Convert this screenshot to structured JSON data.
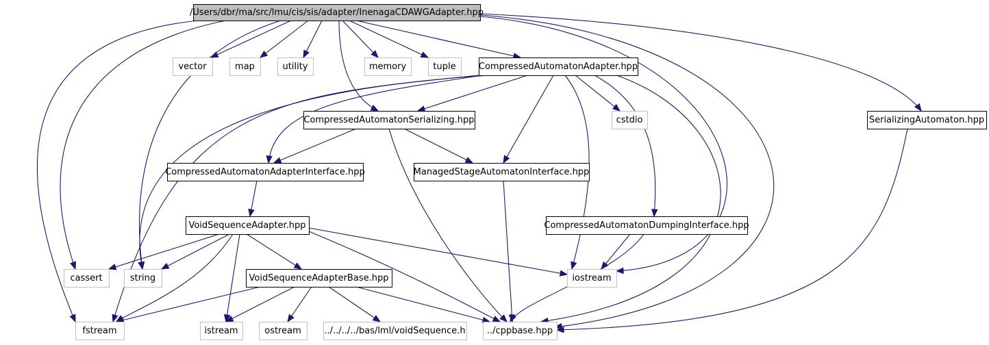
{
  "diagram": {
    "nodes": [
      {
        "id": "main",
        "label": "/Users/dbr/ma/src/lmu/cis/sis/adapter/InenagaCDAWGAdapter.hpp",
        "kind": "main"
      },
      {
        "id": "vector",
        "label": "vector",
        "kind": "external"
      },
      {
        "id": "map",
        "label": "map",
        "kind": "external"
      },
      {
        "id": "utility",
        "label": "utility",
        "kind": "external"
      },
      {
        "id": "memory",
        "label": "memory",
        "kind": "external"
      },
      {
        "id": "tuple",
        "label": "tuple",
        "kind": "external"
      },
      {
        "id": "caa",
        "label": "CompressedAutomatonAdapter.hpp",
        "kind": "internal"
      },
      {
        "id": "cas",
        "label": "CompressedAutomatonSerializing.hpp",
        "kind": "internal"
      },
      {
        "id": "cstdio",
        "label": "cstdio",
        "kind": "external"
      },
      {
        "id": "sa",
        "label": "SerializingAutomaton.hpp",
        "kind": "internal"
      },
      {
        "id": "caai",
        "label": "CompressedAutomatonAdapterInterface.hpp",
        "kind": "internal"
      },
      {
        "id": "msai",
        "label": "ManagedStageAutomatonInterface.hpp",
        "kind": "internal"
      },
      {
        "id": "vsa",
        "label": "VoidSequenceAdapter.hpp",
        "kind": "internal"
      },
      {
        "id": "cadi",
        "label": "CompressedAutomatonDumpingInterface.hpp",
        "kind": "internal"
      },
      {
        "id": "cassert",
        "label": "cassert",
        "kind": "external"
      },
      {
        "id": "string",
        "label": "string",
        "kind": "external"
      },
      {
        "id": "vsab",
        "label": "VoidSequenceAdapterBase.hpp",
        "kind": "internal"
      },
      {
        "id": "iostream",
        "label": "iostream",
        "kind": "external"
      },
      {
        "id": "fstream",
        "label": "fstream",
        "kind": "external"
      },
      {
        "id": "istream",
        "label": "istream",
        "kind": "external"
      },
      {
        "id": "ostream",
        "label": "ostream",
        "kind": "external"
      },
      {
        "id": "voidseq",
        "label": "../../../../bas/lml/voidSequence.h",
        "kind": "external"
      },
      {
        "id": "cppbase",
        "label": "../cppbase.hpp",
        "kind": "external"
      }
    ],
    "edges": [
      {
        "from": "main",
        "to": "fstream"
      },
      {
        "from": "main",
        "to": "cassert"
      },
      {
        "from": "main",
        "to": "string"
      },
      {
        "from": "main",
        "to": "vector"
      },
      {
        "from": "main",
        "to": "map"
      },
      {
        "from": "main",
        "to": "utility"
      },
      {
        "from": "main",
        "to": "cas"
      },
      {
        "from": "main",
        "to": "memory"
      },
      {
        "from": "main",
        "to": "tuple"
      },
      {
        "from": "main",
        "to": "caa"
      },
      {
        "from": "main",
        "to": "iostream"
      },
      {
        "from": "main",
        "to": "cppbase"
      },
      {
        "from": "main",
        "to": "sa"
      },
      {
        "from": "caa",
        "to": "fstream"
      },
      {
        "from": "caa",
        "to": "string"
      },
      {
        "from": "caa",
        "to": "caai"
      },
      {
        "from": "caa",
        "to": "cas"
      },
      {
        "from": "caa",
        "to": "msai"
      },
      {
        "from": "caa",
        "to": "cstdio"
      },
      {
        "from": "caa",
        "to": "iostream"
      },
      {
        "from": "caa",
        "to": "cadi"
      },
      {
        "from": "caa",
        "to": "cppbase"
      },
      {
        "from": "cas",
        "to": "caai"
      },
      {
        "from": "cas",
        "to": "msai"
      },
      {
        "from": "cas",
        "to": "cppbase"
      },
      {
        "from": "sa",
        "to": "cppbase"
      },
      {
        "from": "caai",
        "to": "vsa"
      },
      {
        "from": "msai",
        "to": "cppbase"
      },
      {
        "from": "vsa",
        "to": "cassert"
      },
      {
        "from": "vsa",
        "to": "string"
      },
      {
        "from": "vsa",
        "to": "fstream"
      },
      {
        "from": "vsa",
        "to": "istream"
      },
      {
        "from": "vsa",
        "to": "vsab"
      },
      {
        "from": "vsa",
        "to": "iostream"
      },
      {
        "from": "vsa",
        "to": "cppbase"
      },
      {
        "from": "cadi",
        "to": "iostream"
      },
      {
        "from": "cadi",
        "to": "cppbase"
      },
      {
        "from": "vsab",
        "to": "fstream"
      },
      {
        "from": "vsab",
        "to": "istream"
      },
      {
        "from": "vsab",
        "to": "ostream"
      },
      {
        "from": "vsab",
        "to": "voidseq"
      },
      {
        "from": "vsab",
        "to": "cppbase"
      }
    ]
  }
}
